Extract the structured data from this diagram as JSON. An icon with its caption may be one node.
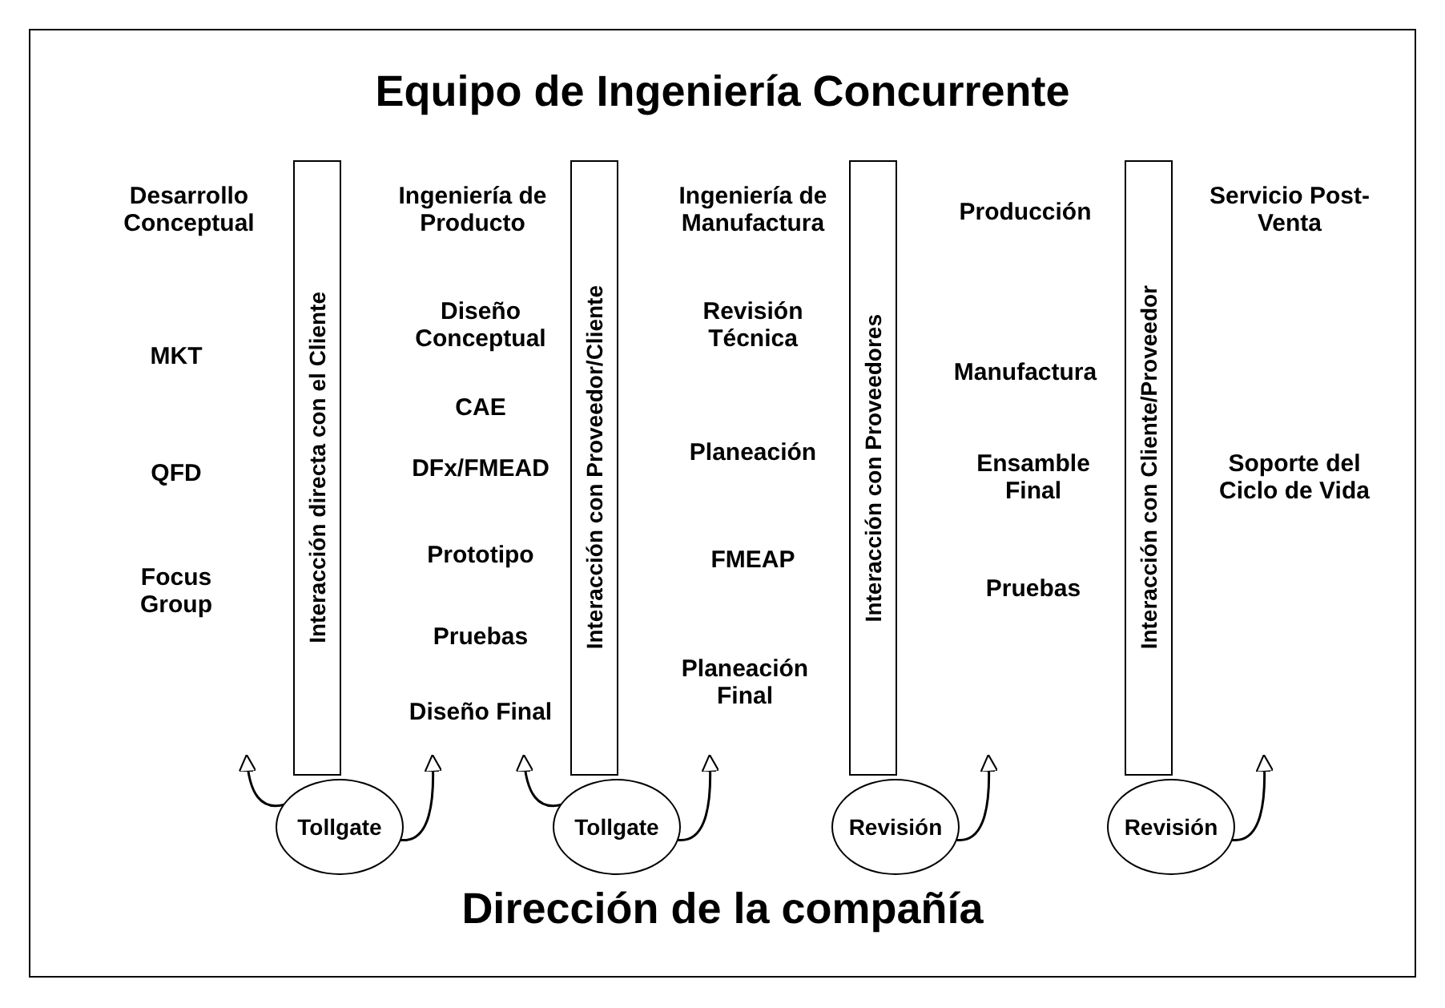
{
  "diagram": {
    "title": "Equipo de Ingeniería Concurrente",
    "nodes": [
      {
        "text": [
          "Interacción directa con el Cliente"
        ]
      },
      {
        "text": [
          "Tollgate"
        ]
      },
      {
        "text": [
          "Interacción con Proveedor/Cliente"
        ]
      },
      {
        "text": [
          "Tollgate"
        ]
      },
      {
        "text": [
          "Interacción con Proveedores"
        ]
      },
      {
        "text": [
          "Revisión"
        ]
      },
      {
        "text": [
          "Interacción con Cliente/Proveedor"
        ]
      },
      {
        "text": [
          "Revisión"
        ]
      }
    ],
    "edges": [
      {
        "from": 1,
        "to": null,
        "arrow": "to"
      },
      {
        "from": 1,
        "to": null,
        "arrow": "to"
      },
      {
        "from": 3,
        "to": null,
        "arrow": "to"
      },
      {
        "from": 3,
        "to": null,
        "arrow": "to"
      },
      {
        "from": 5,
        "to": null,
        "arrow": "to"
      },
      {
        "from": 7,
        "to": null,
        "arrow": "to"
      }
    ],
    "labels": [
      "Desarrollo Conceptual",
      "MKT",
      "QFD",
      "Focus Group",
      "Ingeniería de Producto",
      "Diseño Conceptual",
      "CAE",
      "DFx/FMEAD",
      "Prototipo",
      "Pruebas",
      "Diseño Final",
      "Ingeniería de Manufactura",
      "Revisión Técnica",
      "Planeación",
      "FMEAP",
      "Planeación Final",
      "Producción",
      "Manufactura",
      "Ensamble Final",
      "Pruebas",
      "Servicio Post-Venta",
      "Soporte del Ciclo de Vida",
      "Dirección de la compañía"
    ]
  }
}
